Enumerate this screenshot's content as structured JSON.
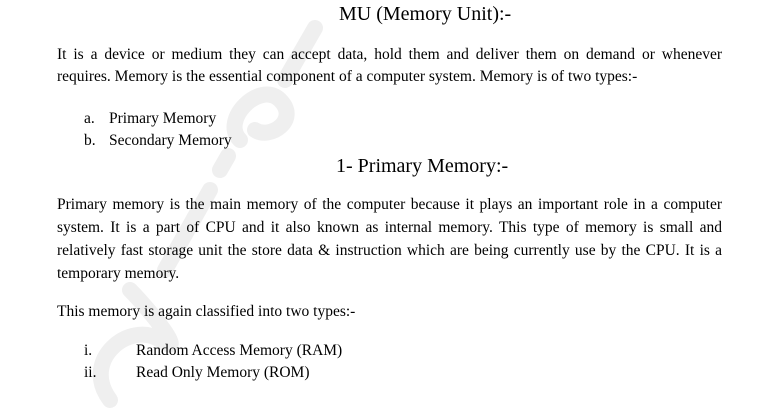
{
  "watermark": "Sri Sai",
  "title": "MU (Memory Unit):-",
  "intro": "It is a device or medium they can accept data, hold them and deliver them on demand or whenever requires. Memory is the essential component of a computer system. Memory is of two types:-",
  "types": [
    {
      "marker": "a.",
      "label": "Primary Memory"
    },
    {
      "marker": "b.",
      "label": "Secondary Memory"
    }
  ],
  "section_heading": "1- Primary Memory:-",
  "primary_para": "Primary memory is the main memory of the computer because it plays an important role in a computer system. It is a part of CPU and it also known as internal memory. This type of memory is small and relatively fast storage unit the store data & instruction which are being currently use by the CPU. It is a temporary memory.",
  "classified": "This memory is again classified into two types:-",
  "subtypes": [
    {
      "marker": "i.",
      "label": "Random Access Memory (RAM)"
    },
    {
      "marker": "ii.",
      "label": "Read Only Memory (ROM)"
    }
  ]
}
